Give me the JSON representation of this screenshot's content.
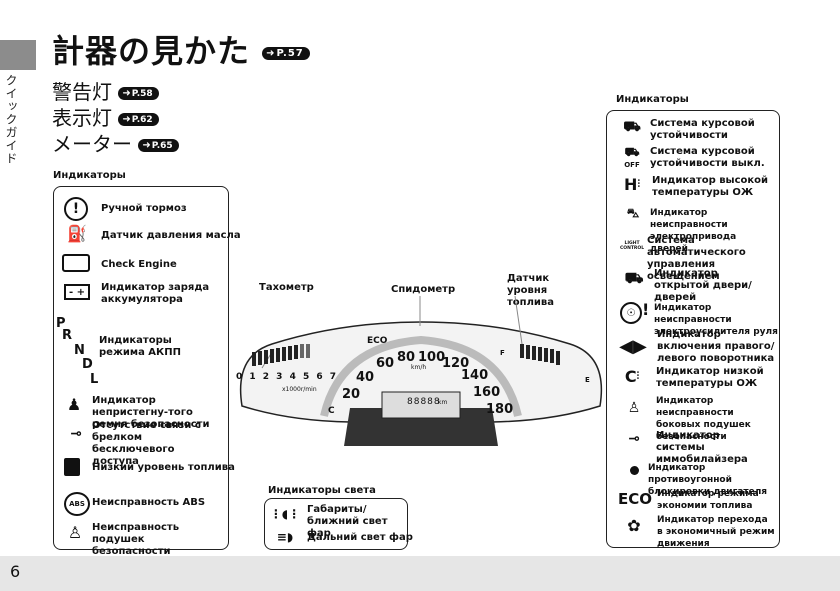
{
  "sidebar_tab_text": "クイックガイド",
  "page_number": "6",
  "title": {
    "text": "計器の見かた",
    "ref": "P.57"
  },
  "subheadings": [
    {
      "text": "警告灯",
      "ref": "P.58"
    },
    {
      "text": "表示灯",
      "ref": "P.62"
    },
    {
      "text": "メーター",
      "ref": "P.65"
    }
  ],
  "left_box": {
    "heading": "Индикаторы",
    "items": [
      {
        "label": "Ручной тормоз",
        "icon": "brake-icon"
      },
      {
        "label": "Датчик давления масла",
        "icon": "oil-can-icon"
      },
      {
        "label": "Check Engine",
        "icon": "engine-icon"
      },
      {
        "label": "Индикатор заряда аккумулятора",
        "icon": "battery-icon"
      },
      {
        "label": "Индикаторы режима АКПП",
        "icon": "gear-letters-icon"
      },
      {
        "label": "Индикатор непристегну-того ремня безопасности",
        "icon": "seatbelt-icon"
      },
      {
        "label": "Отсутствие связи с брелком бесключевого доступа",
        "icon": "key-fob-icon"
      },
      {
        "label": "Низкий уровень топлива",
        "icon": "fuel-pump-icon"
      },
      {
        "label": "Неисправность ABS",
        "icon": "abs-icon"
      },
      {
        "label": "Неисправность подушек безопасности",
        "icon": "airbag-icon"
      }
    ],
    "gear_letters": [
      "P",
      "R",
      "N",
      "D",
      "L"
    ]
  },
  "right_box": {
    "heading": "Индикаторы",
    "items": [
      {
        "label": "Система курсовой устойчивости",
        "icon": "vsa-icon"
      },
      {
        "label": "Система курсовой устойчивости выкл.",
        "icon": "vsa-off-icon",
        "icon_text": "OFF"
      },
      {
        "label": "Индикатор высокой температуры ОЖ",
        "icon": "high-temp-icon",
        "icon_text": "H"
      },
      {
        "label": "Индикатор неисправности электропривода дверей",
        "icon": "power-door-icon"
      },
      {
        "label": "Система автоматического управления освещением",
        "icon": "light-control-icon",
        "icon_text": "LIGHT CONTROL"
      },
      {
        "label": "Индикатор открытой двери/дверей",
        "icon": "door-open-icon"
      },
      {
        "label": "Индикатор неисправности электроусилителя руля",
        "icon": "eps-icon"
      },
      {
        "label": "Индикатор включения правого/ левого поворотника",
        "icon": "turn-signal-icon"
      },
      {
        "label": "Индикатор низкой температуры ОЖ",
        "icon": "low-temp-icon",
        "icon_text": "C"
      },
      {
        "label": "Индикатор неисправности боковых подушек безопасности",
        "icon": "side-airbag-icon"
      },
      {
        "label": "Индикатор системы иммобилайзера",
        "icon": "immobilizer-key-icon"
      },
      {
        "label": "Индикатор противоугонной блокировки двигателя",
        "icon": "security-dot-icon"
      },
      {
        "label": "Индикатор режима экономии топлива",
        "icon": "eco-icon",
        "icon_text": "ECO"
      },
      {
        "label": "Индикатор перехода в экономичный режим движения",
        "icon": "eco-leaf-icon"
      }
    ]
  },
  "lights_box": {
    "heading": "Индикаторы света",
    "items": [
      {
        "label": "Габариты/ближний свет фар",
        "icon": "low-beam-icon"
      },
      {
        "label": "Дальний свет фар",
        "icon": "high-beam-icon"
      }
    ]
  },
  "cluster_labels": {
    "tachometer": "Тахометр",
    "speedometer": "Спидометр",
    "fuel_gauge": "Датчик уровня топлива"
  },
  "cluster": {
    "speed_ticks": [
      "20",
      "40",
      "60",
      "80",
      "100",
      "120",
      "140",
      "160",
      "180"
    ],
    "rpm_ticks": [
      "0",
      "1",
      "2",
      "3",
      "4",
      "5",
      "6",
      "7"
    ],
    "rpm_unit": "x1000r/min",
    "speed_unit": "km/h",
    "fuel_e": "E",
    "fuel_f": "F",
    "temp_c": "C",
    "eco_text": "ECO",
    "odometer": "88888",
    "odo_unit": "km"
  },
  "colors": {
    "accent": "#111111",
    "side_tab": "#8c8c8c",
    "bottom_bar": "#e6e6e6"
  }
}
